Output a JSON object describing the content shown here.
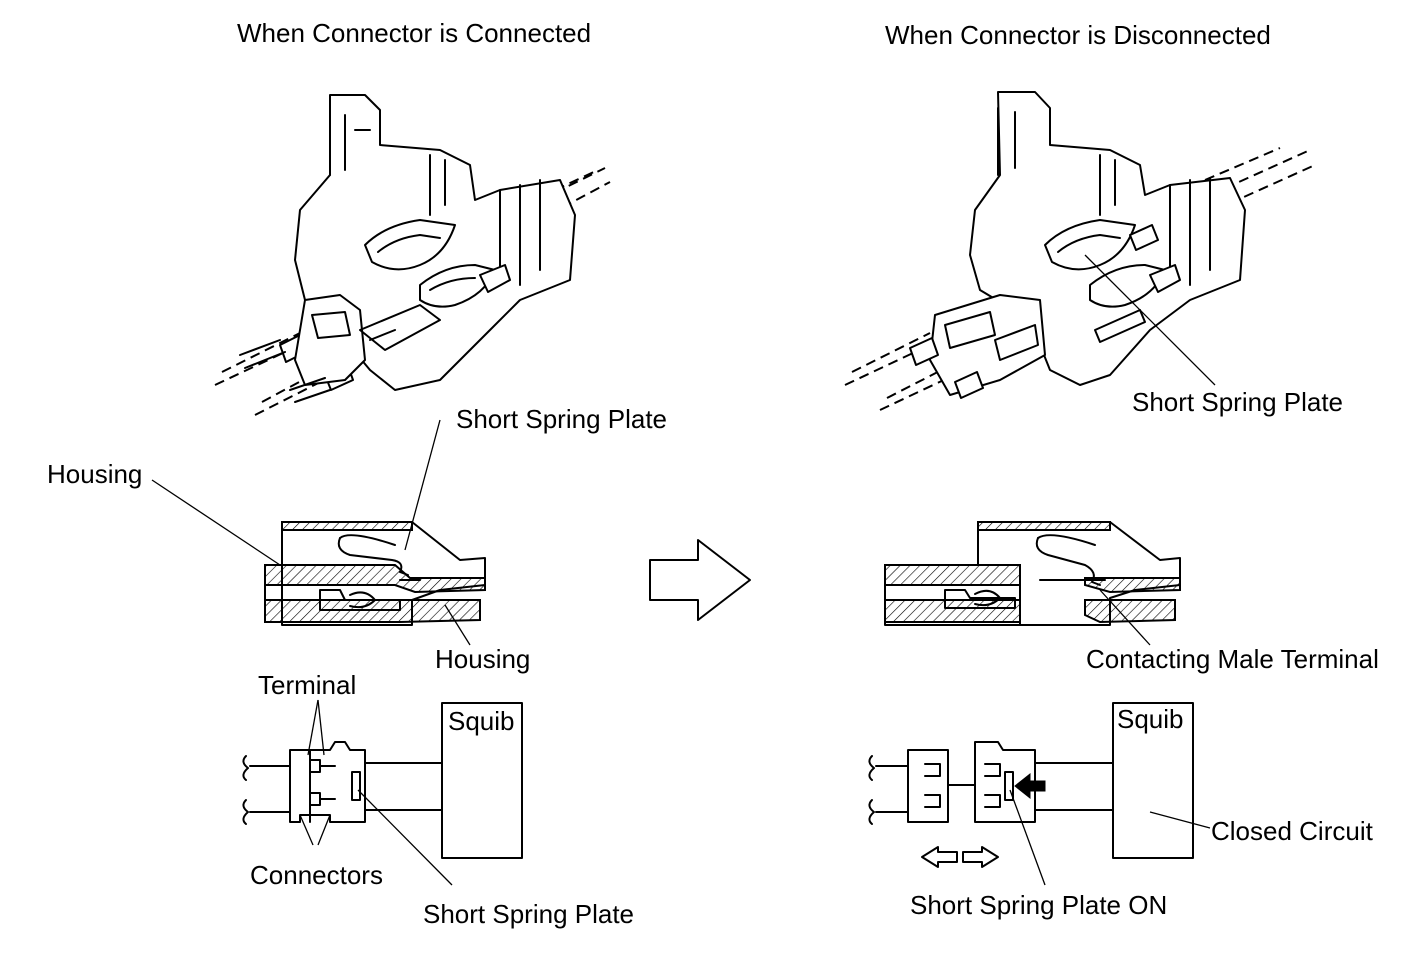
{
  "titles": {
    "connected": "When Connector is Connected",
    "disconnected": "When Connector is Disconnected"
  },
  "left_labels": {
    "short_spring_plate_top": "Short Spring Plate",
    "housing_upper": "Housing",
    "housing_lower": "Housing",
    "terminal": "Terminal",
    "squib": "Squib",
    "connectors": "Connectors",
    "short_spring_plate_bottom": "Short Spring Plate"
  },
  "right_labels": {
    "short_spring_plate_top": "Short Spring Plate",
    "contacting_male_terminal": "Contacting Male Terminal",
    "squib": "Squib",
    "closed_circuit": "Closed Circuit",
    "short_spring_plate_on": "Short Spring Plate ON"
  },
  "icons": {
    "transition": "right-arrow-outline-icon",
    "push": "solid-left-arrow-icon",
    "separate": "double-outline-arrow-icon"
  }
}
